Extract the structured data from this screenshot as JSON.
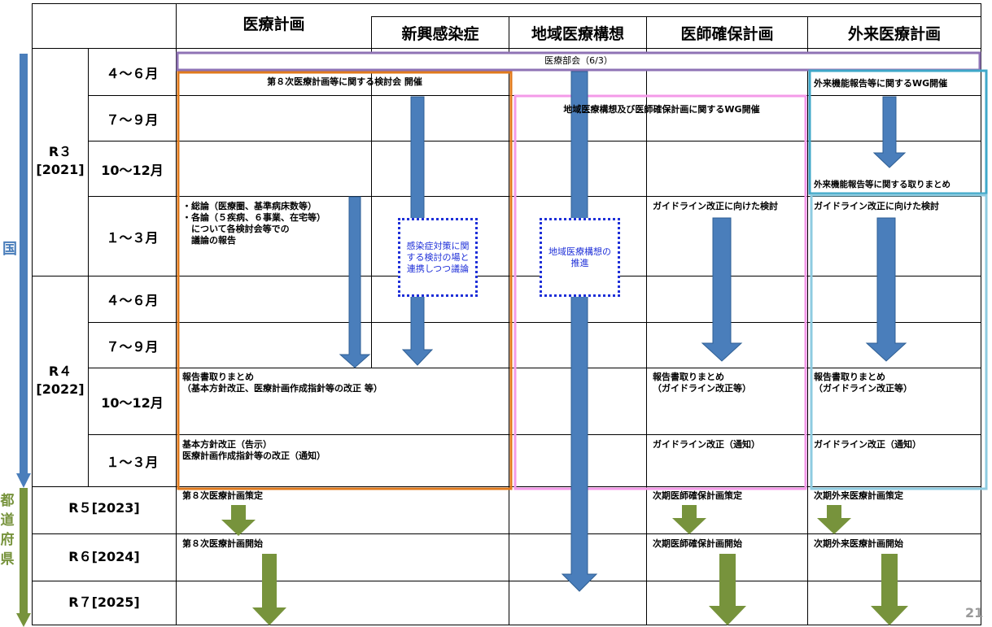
{
  "headers": {
    "col1": "医療計画",
    "col2": "新興感染症",
    "col3": "地域医療構想",
    "col4": "医師確保計画",
    "col5": "外来医療計画"
  },
  "side": {
    "national": "国",
    "prefecture": "都道府県"
  },
  "years": {
    "r3": "R３\n[2021]",
    "r4": "R４\n[2022]",
    "r5": "R５[2023]",
    "r6": "R６[2024]",
    "r7": "R７[2025]"
  },
  "periods": [
    "４～６月",
    "７～９月",
    "10～12月",
    "１～３月",
    "４～６月",
    "７～９月",
    "10～12月",
    "１～３月"
  ],
  "bar_label": "医療部会（6/3）",
  "col1": {
    "study_group": "第８次医療計画等に関する検討会 開催",
    "discussion": "・総論（医療圏、基準病床数等）\n・各論（５疾病、６事業、在宅等）\n　について各検討会等での\n　議論の報告",
    "report": "報告書取りまとめ\n（基本方針改正、医療計画作成指針等の改正 等）",
    "revision": "基本方針改正（告示）\n医療計画作成指針等の改正（通知）",
    "formulate": "第８次医療計画策定",
    "start": "第８次医療計画開始"
  },
  "col2": {
    "infect_box": "感染症対策に関\nする検討の場と\n連携しつつ議論"
  },
  "col3": {
    "wg": "地域医療構想及び医師確保計画に関するWG開催",
    "promote_box": "地域医療構想の\n推進"
  },
  "col4": {
    "review": "ガイドライン改正に向けた検討",
    "report": "報告書取りまとめ\n（ガイドライン改正等）",
    "notice": "ガイドライン改正（通知）",
    "formulate": "次期医師確保計画策定",
    "start": "次期医師確保計画開始"
  },
  "col5": {
    "wg": "外来機能報告等に関するWG開催",
    "wg_summary": "外来機能報告等に関する取りまとめ",
    "review": "ガイドライン改正に向けた検討",
    "report": "報告書取りまとめ\n（ガイドライン改正等）",
    "notice": "ガイドライン改正（通知）",
    "formulate": "次期外来医療計画策定",
    "start": "次期外来医療計画開始"
  },
  "page_number": "21",
  "colors": {
    "orange": "#e07a1c",
    "pink": "#f49ae8",
    "teal": "#5fb5d4",
    "purple": "#8f73b5",
    "blue_arrow": "#4a7ebb",
    "green_arrow": "#77933c",
    "blue_box": "#1e2fd8"
  }
}
